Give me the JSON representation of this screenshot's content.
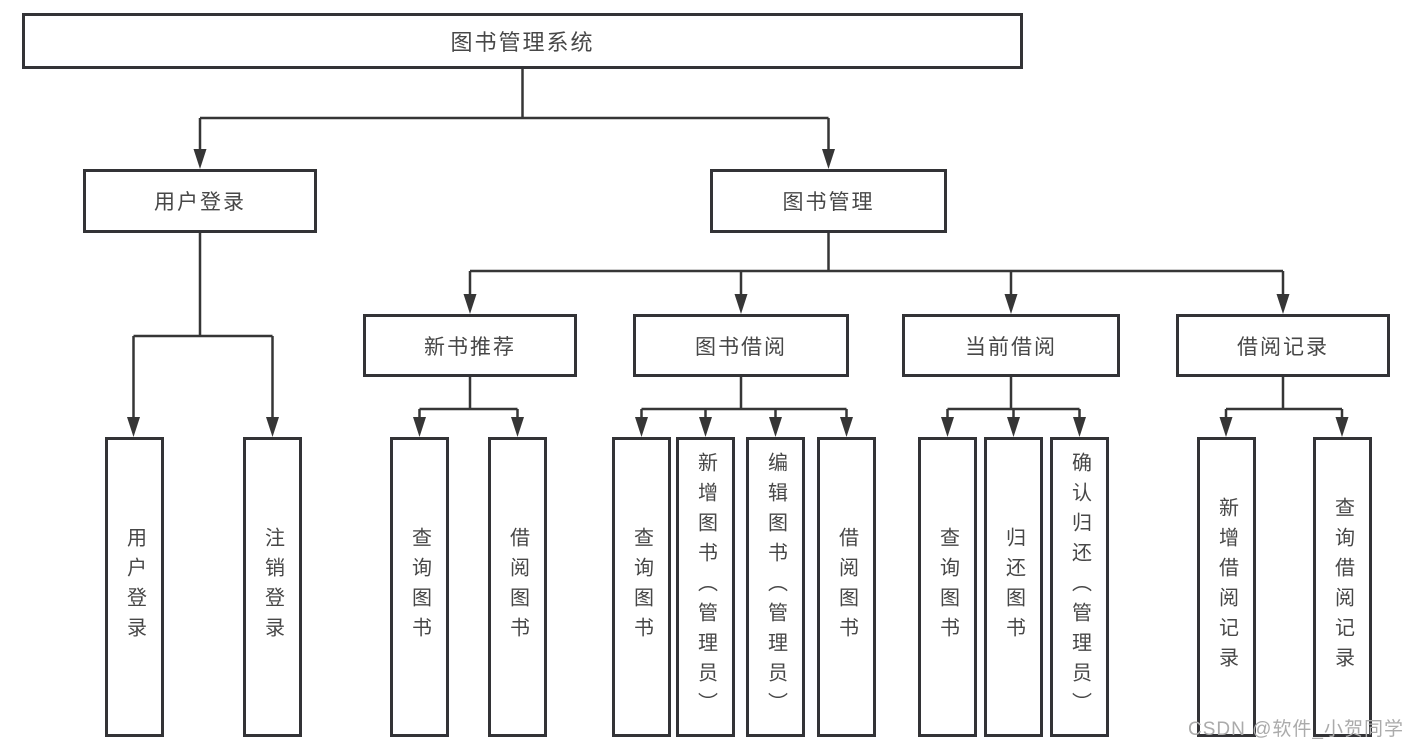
{
  "diagram": {
    "title": "图书管理系统",
    "colors": {
      "line": "#363636",
      "border": "#333336",
      "text": "#474747",
      "box_background": "#ffffff",
      "watermark": "#ababab"
    },
    "root": {
      "label": "图书管理系统"
    },
    "branches": {
      "user": {
        "label": "用户登录",
        "children": [
          {
            "label": "用户登录"
          },
          {
            "label": "注销登录"
          }
        ]
      },
      "books": {
        "label": "图书管理",
        "sections": [
          {
            "label": "新书推荐",
            "children": [
              {
                "label": "查询图书"
              },
              {
                "label": "借阅图书"
              }
            ]
          },
          {
            "label": "图书借阅",
            "children": [
              {
                "label": "查询图书"
              },
              {
                "label": "新增图书（管理员）"
              },
              {
                "label": "编辑图书（管理员）"
              },
              {
                "label": "借阅图书"
              }
            ]
          },
          {
            "label": "当前借阅",
            "children": [
              {
                "label": "查询图书"
              },
              {
                "label": "归还图书"
              },
              {
                "label": "确认归还（管理员）"
              }
            ]
          },
          {
            "label": "借阅记录",
            "children": [
              {
                "label": "新增借阅记录"
              },
              {
                "label": "查询借阅记录"
              }
            ]
          }
        ]
      }
    },
    "watermark": {
      "text": "CSDN @软件_小贺同学"
    }
  }
}
